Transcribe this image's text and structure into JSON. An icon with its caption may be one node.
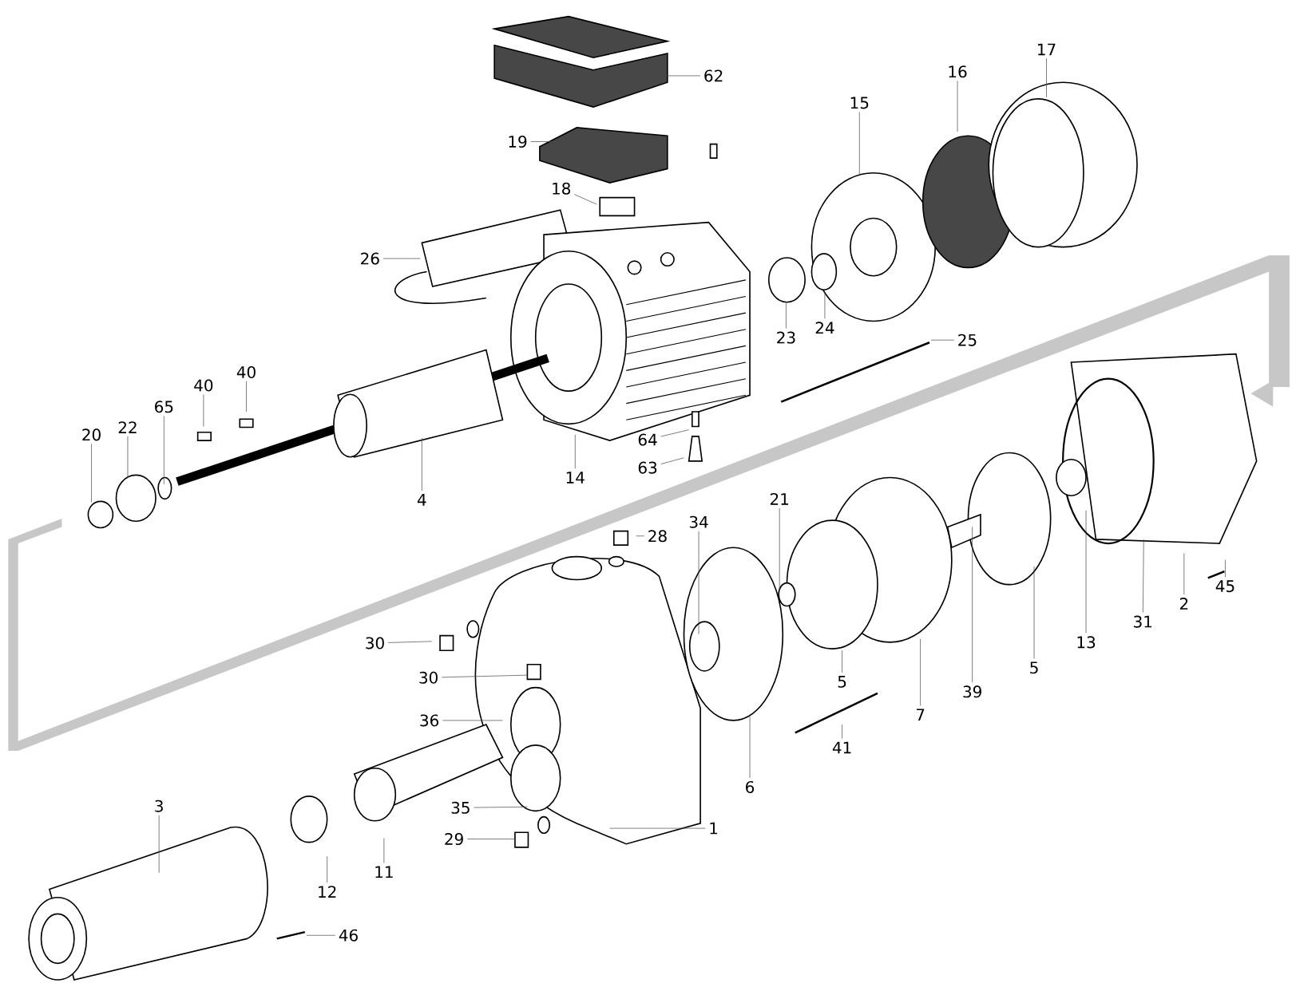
{
  "diagram": {
    "nodes": [
      {
        "text": [
          "62"
        ]
      },
      {
        "text": [
          "19"
        ]
      },
      {
        "text": [
          "18"
        ]
      },
      {
        "text": [
          "17"
        ]
      },
      {
        "text": [
          "16"
        ]
      },
      {
        "text": [
          "15"
        ]
      },
      {
        "text": [
          "26"
        ]
      },
      {
        "text": [
          "23"
        ]
      },
      {
        "text": [
          "24"
        ]
      },
      {
        "text": [
          "25"
        ]
      },
      {
        "text": [
          "40"
        ]
      },
      {
        "text": [
          "40"
        ]
      },
      {
        "text": [
          "65"
        ]
      },
      {
        "text": [
          "22"
        ]
      },
      {
        "text": [
          "20"
        ]
      },
      {
        "text": [
          "4"
        ]
      },
      {
        "text": [
          "14"
        ]
      },
      {
        "text": [
          "64"
        ]
      },
      {
        "text": [
          "63"
        ]
      },
      {
        "text": [
          "21"
        ]
      },
      {
        "text": [
          "34"
        ]
      },
      {
        "text": [
          "28"
        ]
      },
      {
        "text": [
          "45"
        ]
      },
      {
        "text": [
          "2"
        ]
      },
      {
        "text": [
          "31"
        ]
      },
      {
        "text": [
          "13"
        ]
      },
      {
        "text": [
          "5"
        ]
      },
      {
        "text": [
          "39"
        ]
      },
      {
        "text": [
          "5"
        ]
      },
      {
        "text": [
          "7"
        ]
      },
      {
        "text": [
          "30"
        ]
      },
      {
        "text": [
          "30"
        ]
      },
      {
        "text": [
          "36"
        ]
      },
      {
        "text": [
          "41"
        ]
      },
      {
        "text": [
          "6"
        ]
      },
      {
        "text": [
          "3"
        ]
      },
      {
        "text": [
          "35"
        ]
      },
      {
        "text": [
          "1"
        ]
      },
      {
        "text": [
          "29"
        ]
      },
      {
        "text": [
          "11"
        ]
      },
      {
        "text": [
          "12"
        ]
      },
      {
        "text": [
          "46"
        ]
      }
    ],
    "edges": [
      {
        "from": 0,
        "to": null,
        "arrow": "none"
      },
      {
        "from": 1,
        "to": null,
        "arrow": "none"
      },
      {
        "from": 2,
        "to": null,
        "arrow": "none"
      },
      {
        "from": 3,
        "to": null,
        "arrow": "none"
      },
      {
        "from": 4,
        "to": null,
        "arrow": "none"
      },
      {
        "from": 5,
        "to": null,
        "arrow": "none"
      },
      {
        "from": 6,
        "to": null,
        "arrow": "none"
      },
      {
        "from": 7,
        "to": null,
        "arrow": "none"
      },
      {
        "from": 8,
        "to": null,
        "arrow": "none"
      },
      {
        "from": 9,
        "to": null,
        "arrow": "none"
      },
      {
        "from": 10,
        "to": null,
        "arrow": "none"
      },
      {
        "from": 11,
        "to": null,
        "arrow": "none"
      },
      {
        "from": 12,
        "to": null,
        "arrow": "none"
      },
      {
        "from": 13,
        "to": null,
        "arrow": "none"
      },
      {
        "from": 14,
        "to": null,
        "arrow": "none"
      },
      {
        "from": 15,
        "to": null,
        "arrow": "none"
      },
      {
        "from": 16,
        "to": null,
        "arrow": "none"
      },
      {
        "from": 17,
        "to": null,
        "arrow": "none"
      },
      {
        "from": 18,
        "to": null,
        "arrow": "none"
      },
      {
        "from": 19,
        "to": null,
        "arrow": "none"
      },
      {
        "from": 20,
        "to": null,
        "arrow": "none"
      },
      {
        "from": 21,
        "to": null,
        "arrow": "none"
      },
      {
        "from": 22,
        "to": null,
        "arrow": "none"
      },
      {
        "from": 23,
        "to": null,
        "arrow": "none"
      },
      {
        "from": 24,
        "to": null,
        "arrow": "none"
      },
      {
        "from": 25,
        "to": null,
        "arrow": "none"
      },
      {
        "from": 26,
        "to": null,
        "arrow": "none"
      },
      {
        "from": 27,
        "to": null,
        "arrow": "none"
      },
      {
        "from": 28,
        "to": null,
        "arrow": "none"
      },
      {
        "from": 29,
        "to": null,
        "arrow": "none"
      },
      {
        "from": 30,
        "to": null,
        "arrow": "none"
      },
      {
        "from": 31,
        "to": null,
        "arrow": "none"
      },
      {
        "from": 32,
        "to": null,
        "arrow": "none"
      },
      {
        "from": 33,
        "to": null,
        "arrow": "none"
      },
      {
        "from": 34,
        "to": null,
        "arrow": "none"
      },
      {
        "from": 35,
        "to": null,
        "arrow": "none"
      },
      {
        "from": 36,
        "to": null,
        "arrow": "none"
      },
      {
        "from": 37,
        "to": null,
        "arrow": "none"
      },
      {
        "from": 38,
        "to": null,
        "arrow": "none"
      },
      {
        "from": 39,
        "to": null,
        "arrow": "none"
      },
      {
        "from": 40,
        "to": null,
        "arrow": "none"
      },
      {
        "from": 41,
        "to": null,
        "arrow": "none"
      }
    ]
  }
}
